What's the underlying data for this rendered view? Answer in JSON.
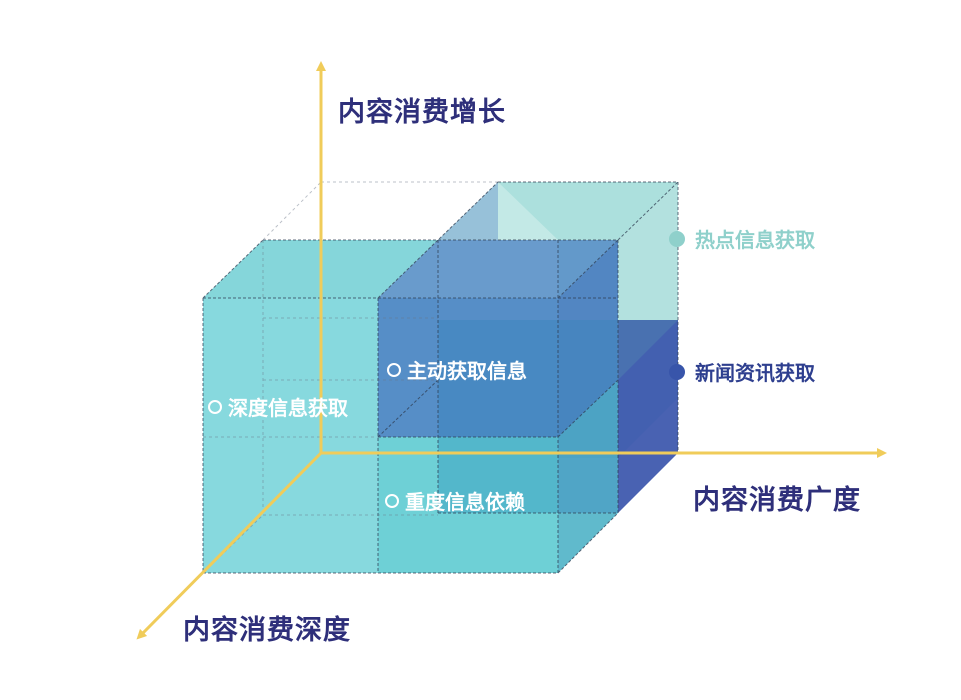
{
  "axes": {
    "y_title": "内容消费增长",
    "x_title": "内容消费广度",
    "z_title": "内容消费深度"
  },
  "cube_labels": {
    "active": "主动获取信息",
    "deep": "深度信息获取",
    "heavy": "重度信息依赖"
  },
  "legend": {
    "hot": "热点信息获取",
    "news": "新闻资讯获取"
  },
  "colors": {
    "axis": "#f0cc5a",
    "hot": "#8fd0cb",
    "news": "#3855aa",
    "title": "#2e2f7a",
    "cyan_block": "#62cdd3",
    "blue_block": "#3a7bbd"
  }
}
